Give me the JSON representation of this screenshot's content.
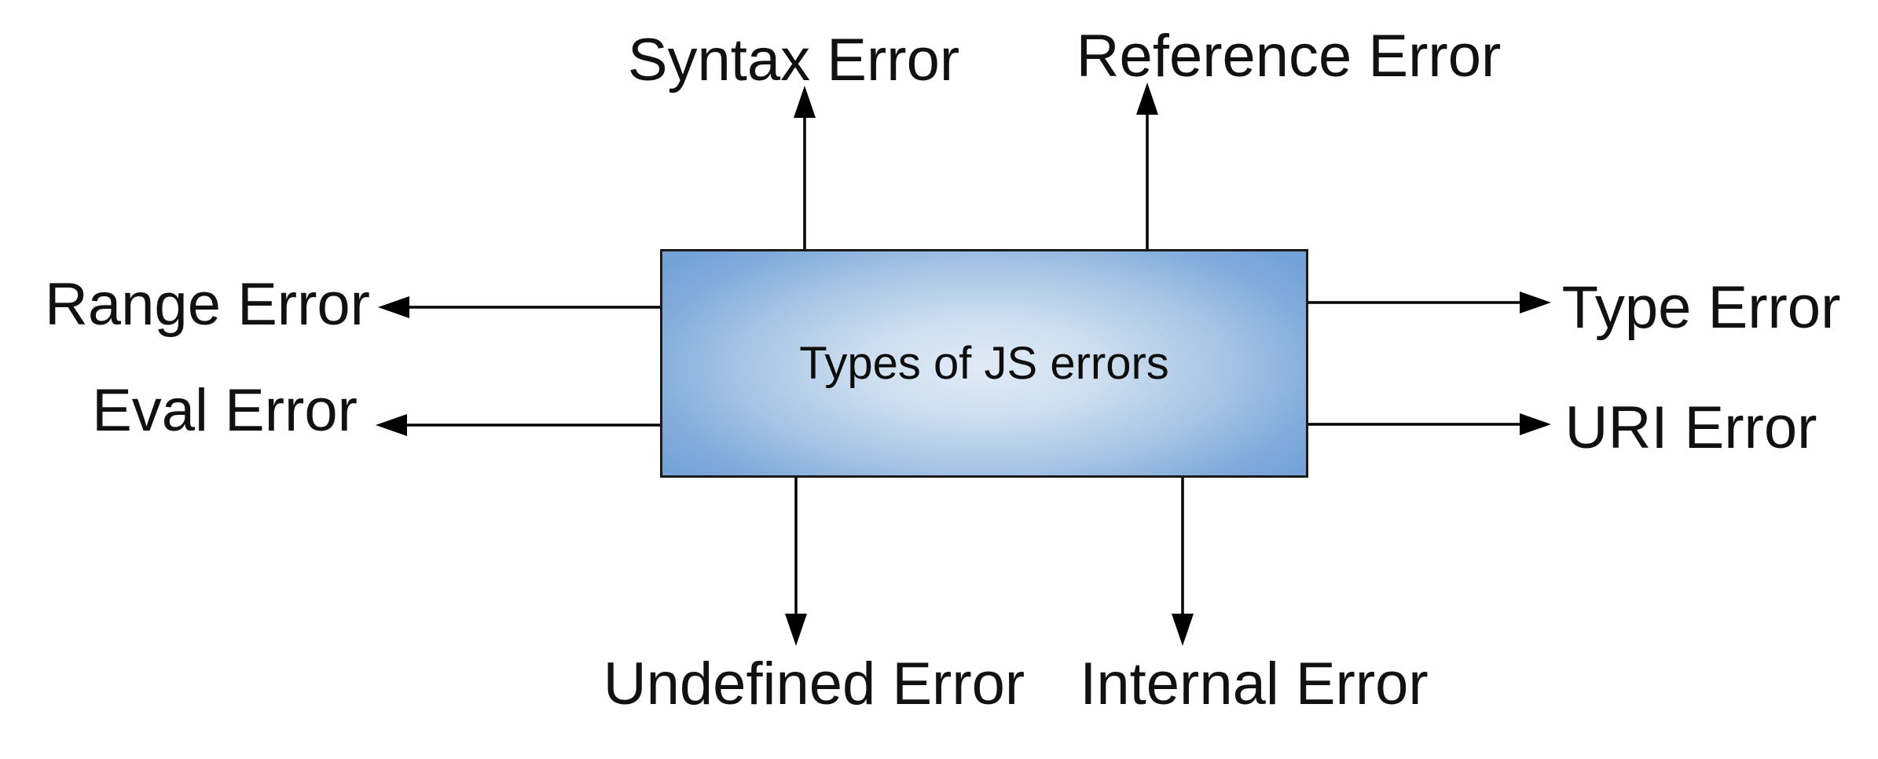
{
  "diagram": {
    "center_box": {
      "label": "Types of JS errors"
    },
    "labels": {
      "syntax": "Syntax Error",
      "reference": "Reference Error",
      "range": "Range Error",
      "eval": "Eval Error",
      "type": "Type Error",
      "uri": "URI Error",
      "undefined": "Undefined Error",
      "internal": "Internal Error"
    },
    "colors": {
      "background": "#ffffff",
      "box_border": "#1a1a1a",
      "box_fill_center": "#e1ebf6",
      "box_fill_edge": "#74a2d8",
      "arrow": "#000000",
      "text": "#111111"
    }
  }
}
